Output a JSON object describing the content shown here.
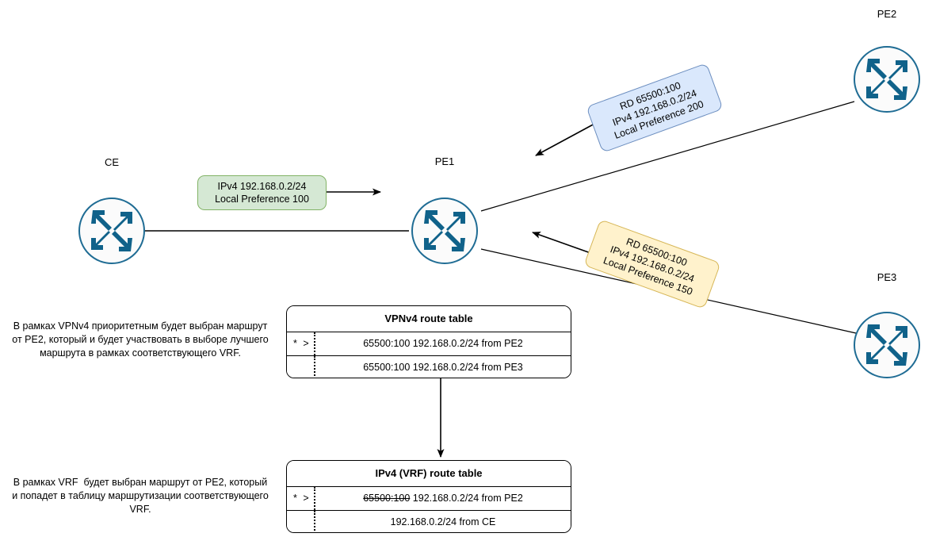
{
  "diagram": {
    "title": "MPLS L3VPN VPNv4 route selection diagram",
    "colors": {
      "router_stroke": "#1F6C94",
      "router_arrow": "#10628A",
      "line": "#000000",
      "green_fill": "#D5E8D4",
      "green_stroke": "#82B366",
      "blue_fill": "#DAE8FC",
      "blue_stroke": "#6C8EBF",
      "yellow_fill": "#FFF2CC",
      "yellow_stroke": "#D6B656"
    }
  },
  "nodes": [
    {
      "id": "ce",
      "label": "CE",
      "icon": "router-icon"
    },
    {
      "id": "pe1",
      "label": "PE1",
      "icon": "router-icon"
    },
    {
      "id": "pe2",
      "label": "PE2",
      "icon": "router-icon"
    },
    {
      "id": "pe3",
      "label": "PE3",
      "icon": "router-icon"
    }
  ],
  "messages": {
    "ce_to_pe1": {
      "color": "green",
      "lines": [
        "IPv4 192.168.0.2/24",
        "Local Preference 100"
      ]
    },
    "pe2_to_pe1": {
      "color": "blue",
      "lines": [
        "RD 65500:100",
        "IPv4 192.168.0.2/24",
        "Local Preference 200"
      ]
    },
    "pe3_to_pe1": {
      "color": "yellow",
      "lines": [
        "RD 65500:100",
        "IPv4 192.168.0.2/24",
        "Local Preference 150"
      ]
    }
  },
  "tables": {
    "vpnv4": {
      "title": "VPNv4 route table",
      "rows": [
        {
          "mark": "* >",
          "text": "65500:100 192.168.0.2/24 from PE2",
          "strike_prefix": ""
        },
        {
          "mark": "",
          "text": "65500:100 192.168.0.2/24 from PE3",
          "strike_prefix": ""
        }
      ]
    },
    "vrf": {
      "title": "IPv4 (VRF) route table",
      "rows": [
        {
          "mark": "* >",
          "text": " 192.168.0.2/24 from PE2",
          "strike_prefix": "65500:100"
        },
        {
          "mark": "",
          "text": "192.168.0.2/24 from CE",
          "strike_prefix": ""
        }
      ]
    }
  },
  "captions": {
    "vpnv4": "В рамках VPNv4 приоритетным будет выбран маршрут от PE2, который и будет участвовать в выборе лучшего маршрута в рамках соответствующего VRF.",
    "vrf": "В рамках VRF  будет выбран маршрут от PE2, который и попадет в таблицу маршрутизации соответствующего VRF."
  }
}
